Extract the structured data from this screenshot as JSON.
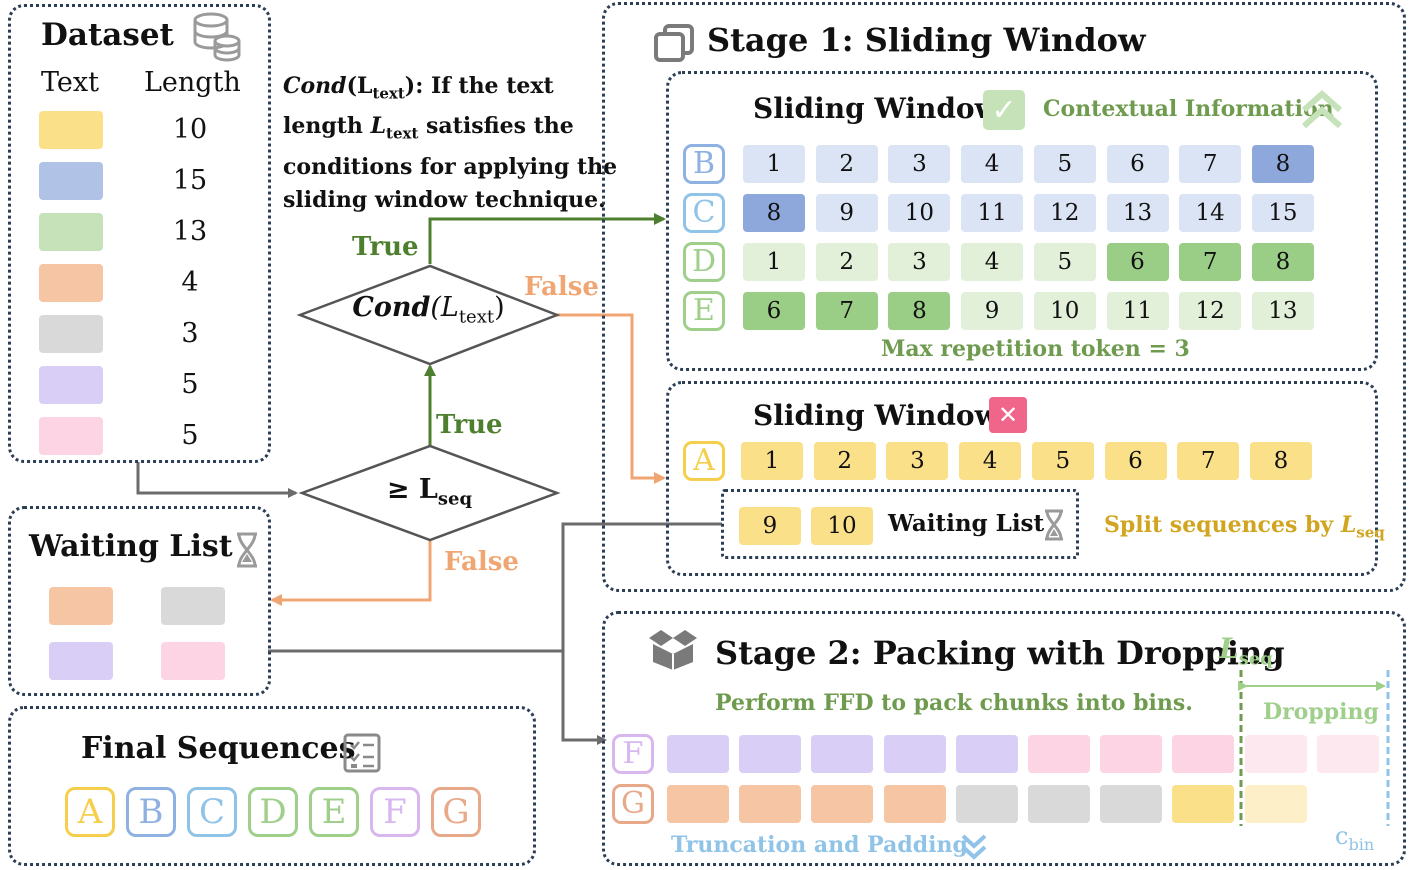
{
  "dataset": {
    "title": "Dataset",
    "col_text": "Text",
    "col_length": "Length",
    "rows": [
      {
        "color": "#fbe08a",
        "length": "10"
      },
      {
        "color": "#b1c2e7",
        "length": "15"
      },
      {
        "color": "#c5e2b8",
        "length": "13"
      },
      {
        "color": "#f6c6a4",
        "length": "4"
      },
      {
        "color": "#d9d9d9",
        "length": "3"
      },
      {
        "color": "#d9cef5",
        "length": "5"
      },
      {
        "color": "#fcd4e3",
        "length": "5"
      }
    ]
  },
  "cond_note": {
    "fn": "Cond",
    "arg": "(L",
    "sub": "text",
    "close": "):",
    "line1_rest": " If the text",
    "line2_a": "length ",
    "line2_L": "L",
    "line2_sub": "text",
    "line2_rest": " satisfies the",
    "line3": "conditions for applying the",
    "line4": "sliding window technique."
  },
  "flow": {
    "cond_fn": "Cond",
    "cond_open": "(L",
    "cond_sub": "text",
    "cond_close": ")",
    "geq": "≥ L",
    "geq_sub": "seq",
    "true_label": "True",
    "false_label": "False",
    "true_color": "#4e7f2f",
    "false_color": "#f0a673",
    "line_color": "#6b6b6b"
  },
  "waiting_list": {
    "title": "Waiting List",
    "hourglass": "⌛",
    "swatches": [
      "#f6c6a4",
      "#d9d9d9",
      "#d9cef5",
      "#fcd4e3"
    ]
  },
  "final": {
    "title": "Final Sequences",
    "letters": [
      {
        "label": "A",
        "color": "#f5cf4b"
      },
      {
        "label": "B",
        "color": "#8fb1e2"
      },
      {
        "label": "C",
        "color": "#8fc3e8"
      },
      {
        "label": "D",
        "color": "#9fcf8b"
      },
      {
        "label": "E",
        "color": "#9fcf8b"
      },
      {
        "label": "F",
        "color": "#d8b7ef"
      },
      {
        "label": "G",
        "color": "#e8a98a"
      }
    ]
  },
  "stage1": {
    "title": "Stage 1: Sliding Window",
    "yes": {
      "title": "Sliding Window",
      "check": "✓",
      "ctx": "Contextual Information",
      "ctx_color": "#6f9b4f",
      "rows": [
        {
          "letter": "B",
          "letter_color": "#8fb1e2",
          "cells": [
            "1",
            "2",
            "3",
            "4",
            "5",
            "6",
            "7",
            "8"
          ],
          "hi": [
            false,
            false,
            false,
            false,
            false,
            false,
            false,
            true
          ],
          "base": "#dbe4f5",
          "hi_color": "#8fa8dc"
        },
        {
          "letter": "C",
          "letter_color": "#8fc3e8",
          "cells": [
            "8",
            "9",
            "10",
            "11",
            "12",
            "13",
            "14",
            "15"
          ],
          "hi": [
            true,
            false,
            false,
            false,
            false,
            false,
            false,
            false
          ],
          "base": "#dbe4f5",
          "hi_color": "#8fa8dc"
        },
        {
          "letter": "D",
          "letter_color": "#9fcf8b",
          "cells": [
            "1",
            "2",
            "3",
            "4",
            "5",
            "6",
            "7",
            "8"
          ],
          "hi": [
            false,
            false,
            false,
            false,
            false,
            true,
            true,
            true
          ],
          "base": "#e2f0da",
          "hi_color": "#9acd85"
        },
        {
          "letter": "E",
          "letter_color": "#9fcf8b",
          "cells": [
            "6",
            "7",
            "8",
            "9",
            "10",
            "11",
            "12",
            "13"
          ],
          "hi": [
            true,
            true,
            true,
            false,
            false,
            false,
            false,
            false
          ],
          "base": "#e2f0da",
          "hi_color": "#9acd85"
        }
      ],
      "max_rep": "Max repetition token = 3",
      "max_rep_color": "#6f9b4f"
    },
    "no": {
      "title": "Sliding Window",
      "cross": "✕",
      "row_letter": "A",
      "row_color": "#f5cf4b",
      "cells": [
        "1",
        "2",
        "3",
        "4",
        "5",
        "6",
        "7",
        "8"
      ],
      "cell_color": "#fbe08a",
      "wait_cells": [
        "9",
        "10"
      ],
      "wait_label": "Waiting List",
      "split_text": "Split sequences by ",
      "split_L": "L",
      "split_sub": "seq",
      "split_color": "#d1a520"
    }
  },
  "stage2": {
    "title": "Stage 2: Packing with Dropping",
    "lseq_L": "L",
    "lseq_sub": "seq",
    "lseq_color": "#9fcf8b",
    "ffd": "Perform FFD to pack chunks into bins.",
    "ffd_color": "#6f9b4f",
    "dropping": "Dropping",
    "truncation": "Truncation and Padding",
    "trunc_color": "#8fc3e8",
    "cbin_c": "c",
    "cbin_sub": "bin",
    "row_f": {
      "letter": "F",
      "letter_color": "#d8b7ef",
      "colors": [
        "#d9cef5",
        "#d9cef5",
        "#d9cef5",
        "#d9cef5",
        "#d9cef5",
        "#fcd4e3",
        "#fcd4e3",
        "#fcd4e3",
        "#fde8f0",
        "#fde8f0"
      ]
    },
    "row_g": {
      "letter": "G",
      "letter_color": "#e8a98a",
      "colors": [
        "#f6c6a4",
        "#f6c6a4",
        "#f6c6a4",
        "#f6c6a4",
        "#d9d9d9",
        "#d9d9d9",
        "#d9d9d9",
        "#fbe08a",
        "#fdf0c8",
        ""
      ]
    }
  }
}
